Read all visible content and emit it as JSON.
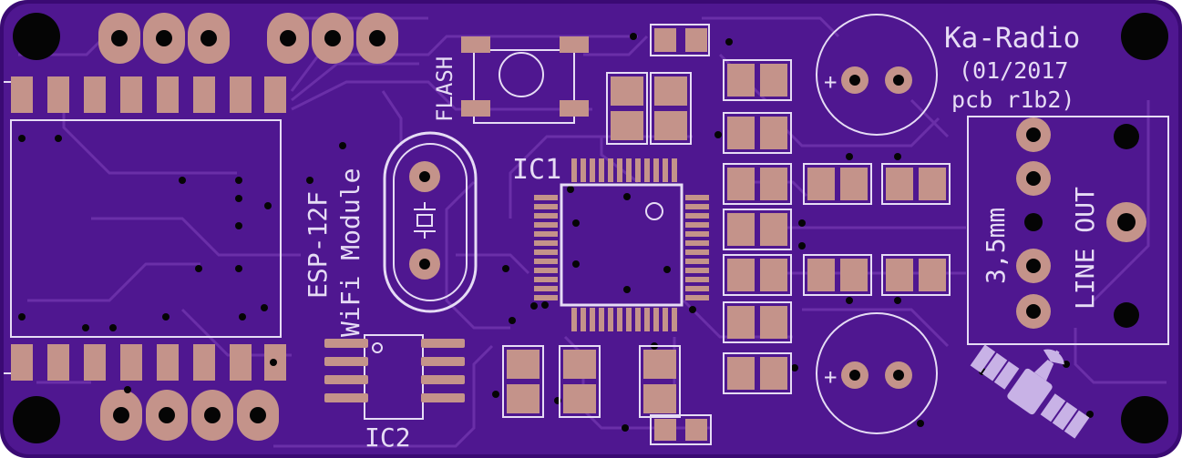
{
  "board": {
    "title": "Ka-Radio",
    "date": "(01/2017",
    "revision": "pcb r1b2)",
    "colors": {
      "substrate": "#3a0a73",
      "solder_mask": "#5b1f9a",
      "trace": "#6e33ad",
      "silkscreen": "#e6dcf5",
      "pad": "#c4938a",
      "hole": "#050505"
    }
  },
  "labels": {
    "flash": "FLASH",
    "ic1": "IC1",
    "ic2": "IC2",
    "esp_model": "ESP-12F",
    "esp_desc": "WiFi Module",
    "jack_size": "3,5mm",
    "line_out": "LINE OUT",
    "cap_polarity": "+"
  },
  "icons": {
    "logo": "satellite-icon"
  }
}
